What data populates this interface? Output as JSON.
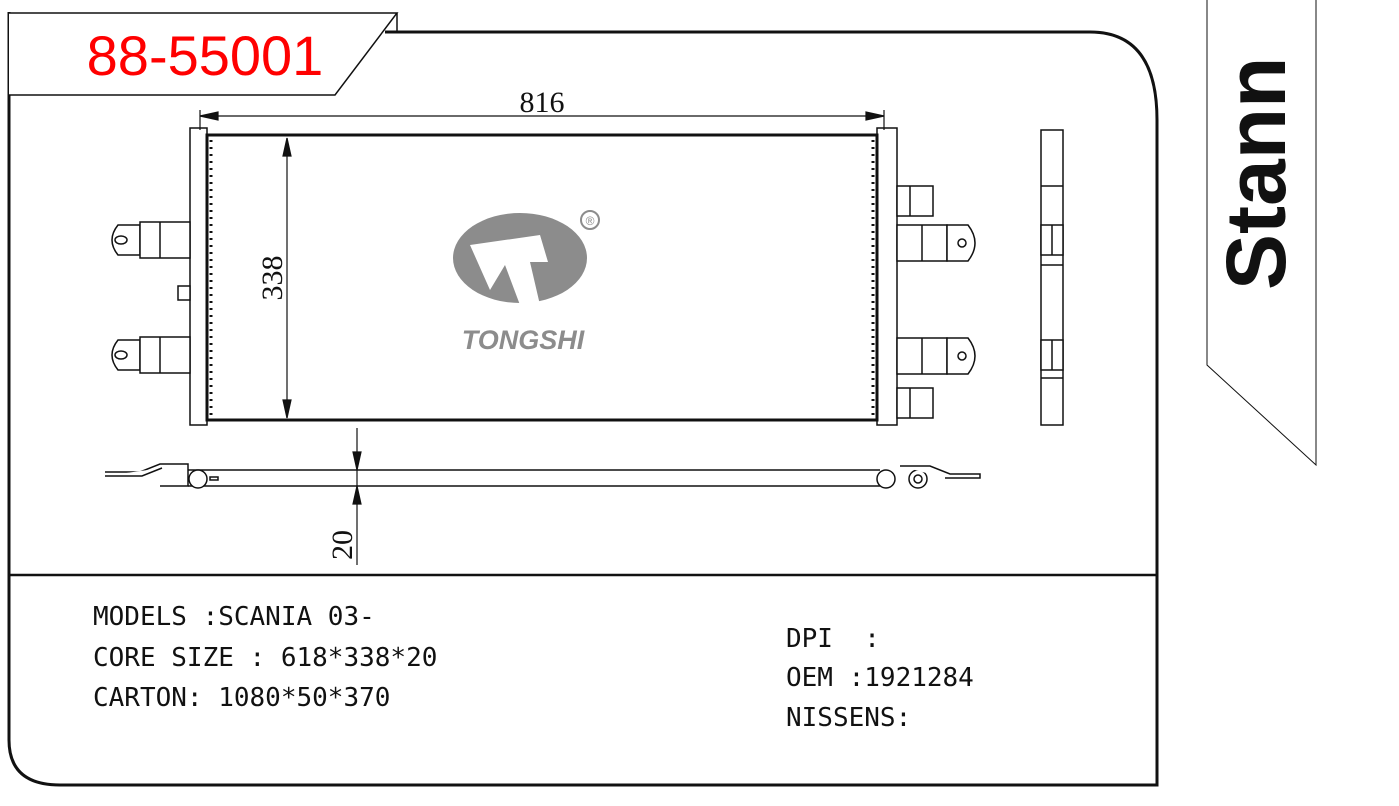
{
  "part_number": "88-55001",
  "brand_tab": "Stann",
  "logo": {
    "text": "TONGSHI",
    "registered_mark": "®",
    "color": "#8c8c8c"
  },
  "title_color": "#ff0000",
  "dimensions": {
    "width": "816",
    "height": "338",
    "depth": "20"
  },
  "specs_left": [
    "MODELS :SCANIA 03-",
    "CORE SIZE : 618*338*20",
    "CARTON: 1080*50*370"
  ],
  "specs_right": [
    "DPI  :",
    "OEM :1921284",
    "NISSENS:"
  ]
}
